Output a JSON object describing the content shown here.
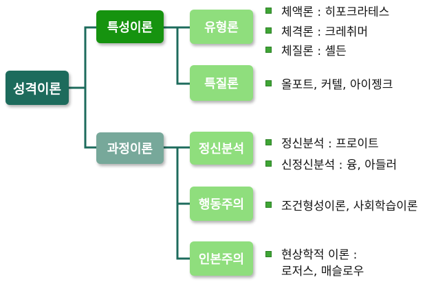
{
  "colors": {
    "root": "#1d6b5c",
    "category_trait": "#16930f",
    "category_process": "#77a89a",
    "subtheory": "#8fde7d",
    "connector": "#1d6b5c",
    "bullet": "#3fa535"
  },
  "root": {
    "label": "성격이론"
  },
  "categories": [
    {
      "label": "특성이론",
      "subtheories": [
        {
          "label": "유형론",
          "items": [
            "체액론 : 히포크라테스",
            "체격론 : 크레취머",
            "체질론 : 셸든"
          ]
        },
        {
          "label": "특질론",
          "items": [
            "올포트, 커텔, 아이젱크"
          ]
        }
      ]
    },
    {
      "label": "과정이론",
      "subtheories": [
        {
          "label": "정신분석",
          "items": [
            "정신분석 : 프로이트",
            "신정신분석 : 융, 아들러"
          ]
        },
        {
          "label": "행동주의",
          "items": [
            "조건형성이론, 사회학습이론"
          ]
        },
        {
          "label": "인본주의",
          "items": [
            [
              "현상학적 이론 :",
              "로저스, 매슬로우"
            ]
          ]
        }
      ]
    }
  ]
}
